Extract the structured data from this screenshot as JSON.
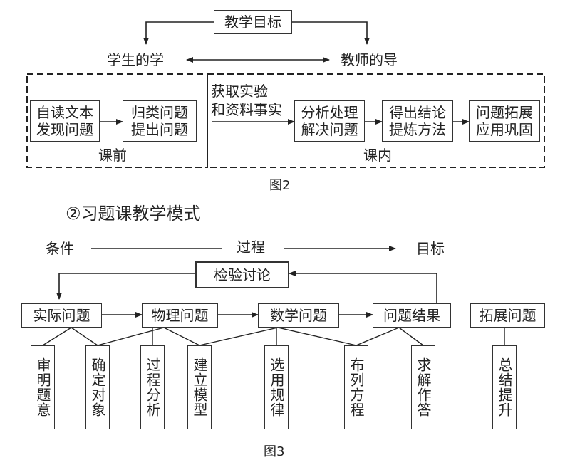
{
  "fig2": {
    "goal": "教学目标",
    "student": "学生的学",
    "teacher": "教师的导",
    "pre": {
      "step1": [
        "自读文本",
        "发现问题"
      ],
      "step2": [
        "归类问题",
        "提出问题"
      ],
      "label": "课前"
    },
    "in": {
      "obtain": [
        "获取实验",
        "和资料事实"
      ],
      "step1": [
        "分析处理",
        "解决问题"
      ],
      "step2": [
        "得出结论",
        "提炼方法"
      ],
      "step3": [
        "问题拓展",
        "应用巩固"
      ],
      "label": "课内"
    },
    "caption": "图2"
  },
  "section_title": "②习题课教学模式",
  "fig3": {
    "flow": {
      "start": "条件",
      "mid": "过程",
      "end": "目标"
    },
    "discuss": "检验讨论",
    "problems": [
      "实际问题",
      "物理问题",
      "数学问题",
      "问题结果",
      "拓展问题"
    ],
    "substeps": [
      "审明题意",
      "确定对象",
      "过程分析",
      "建立模型",
      "选用规律",
      "布列方程",
      "求解作答",
      "总结提升"
    ],
    "caption": "图3"
  }
}
